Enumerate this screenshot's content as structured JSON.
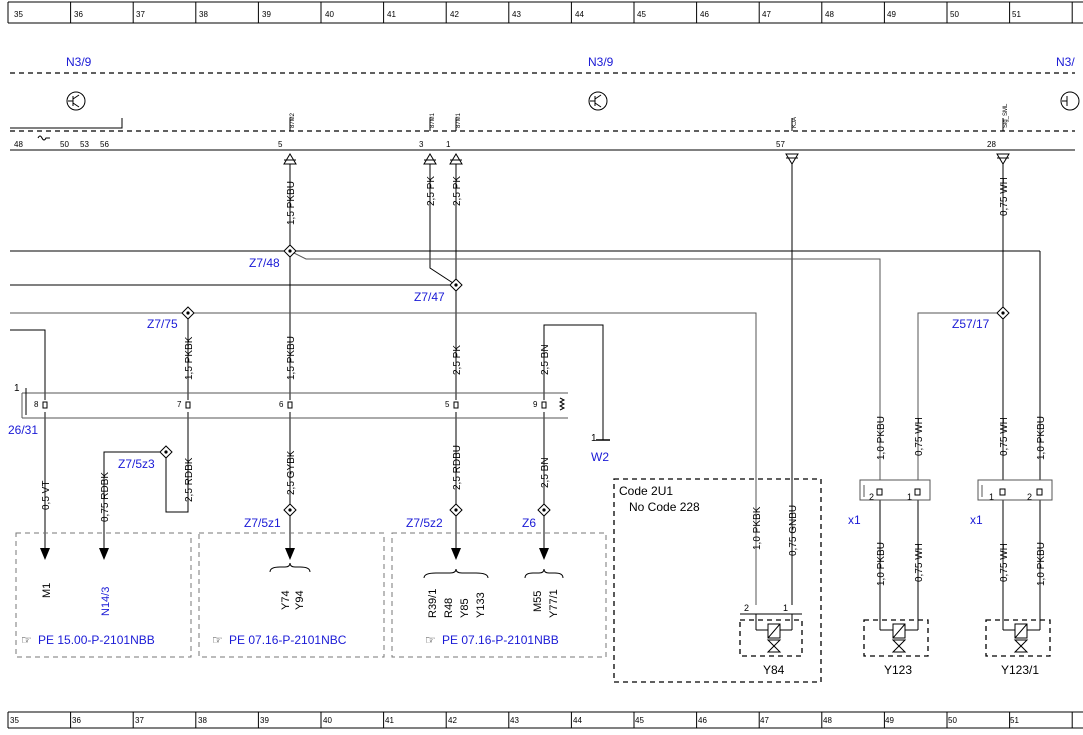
{
  "grid": {
    "numbers": [
      "35",
      "36",
      "37",
      "38",
      "39",
      "40",
      "41",
      "42",
      "43",
      "44",
      "45",
      "46",
      "47",
      "48",
      "49",
      "50",
      "51"
    ]
  },
  "modules": {
    "n39_a": "N3/9",
    "n39_b": "N3/9",
    "n39_c": "N3/"
  },
  "connector_top": {
    "pins_left": [
      "48",
      "50",
      "53",
      "56"
    ],
    "pin_5": "5",
    "pin_3": "3",
    "pin_1": "1",
    "pin_57": "57",
    "pin_28": "28",
    "sig_87m2": "87M2",
    "sig_87m1a": "87M1",
    "sig_87m1b": "87M1",
    "sig_kja": "KJA",
    "sig_sml": "Sig_SML"
  },
  "wires": {
    "w_15pkbu_top": "1,5 PKBU",
    "w_25pk_a": "2,5 PK",
    "w_25pk_b": "2,5 PK",
    "w_075wh_top": "0,75 WH",
    "w_15pkbk": "1,5 PKBK",
    "w_15pkbu_mid": "1,5 PKBU",
    "w_25pk_mid": "2,5 PK",
    "w_25bn_mid": "2,5 BN",
    "w_05vt": "0,5 VT",
    "w_075rdbk": "0,75 RDBK",
    "w_25rdbk": "2,5 RDBK",
    "w_25gybk": "2,5 GYBK",
    "w_25rdbu": "2,5 RDBU",
    "w_25bn_low": "2,5 BN",
    "w_10pkbk": "1,0 PKBK",
    "w_075gnbu": "0,75 GNBU",
    "w_10pkbu_a": "1,0 PKBU",
    "w_075wh_a": "0,75 WH",
    "w_075wh_b": "0,75 WH",
    "w_10pkbu_b": "1,0 PKBU",
    "w_10pkbu_c": "1,0 PKBU",
    "w_075wh_c": "0,75 WH",
    "w_075wh_d": "0,75 WH",
    "w_10pkbu_d": "1,0 PKBU"
  },
  "junctions": {
    "z748": "Z7/48",
    "z747": "Z7/47",
    "z775": "Z7/75",
    "z5717": "Z57/17",
    "z75z3": "Z7/5z3",
    "z75z1": "Z7/5z1",
    "z75z2": "Z7/5z2",
    "z6": "Z6"
  },
  "plug": {
    "num_1": "1",
    "label": "26/31",
    "pins": [
      "8",
      "7",
      "6",
      "5",
      "9"
    ]
  },
  "ground": {
    "num": "1",
    "label": "W2"
  },
  "code_box": {
    "line1": "Code 2U1",
    "line2": "No  Code 228"
  },
  "x1": {
    "label_a": "x1",
    "label_b": "x1",
    "pin2a": "2",
    "pin1a": "1",
    "pin1b": "1",
    "pin2b": "2"
  },
  "valves": {
    "y84": "Y84",
    "y84_pin2": "2",
    "y84_pin1": "1",
    "y123": "Y123",
    "y1231": "Y123/1"
  },
  "components": {
    "m1": "M1",
    "n143": "N14/3",
    "y74": "Y74",
    "y94": "Y94",
    "r391": "R39/1",
    "r48": "R48",
    "y85": "Y85",
    "y133": "Y133",
    "m55": "M55",
    "y771": "Y77/1"
  },
  "refs": {
    "ref1": "PE 15.00-P-2101NBB",
    "ref2": "PE 07.16-P-2101NBC",
    "ref3": "PE 07.16-P-2101NBB",
    "ref_icon": "pointing-hand-icon"
  }
}
